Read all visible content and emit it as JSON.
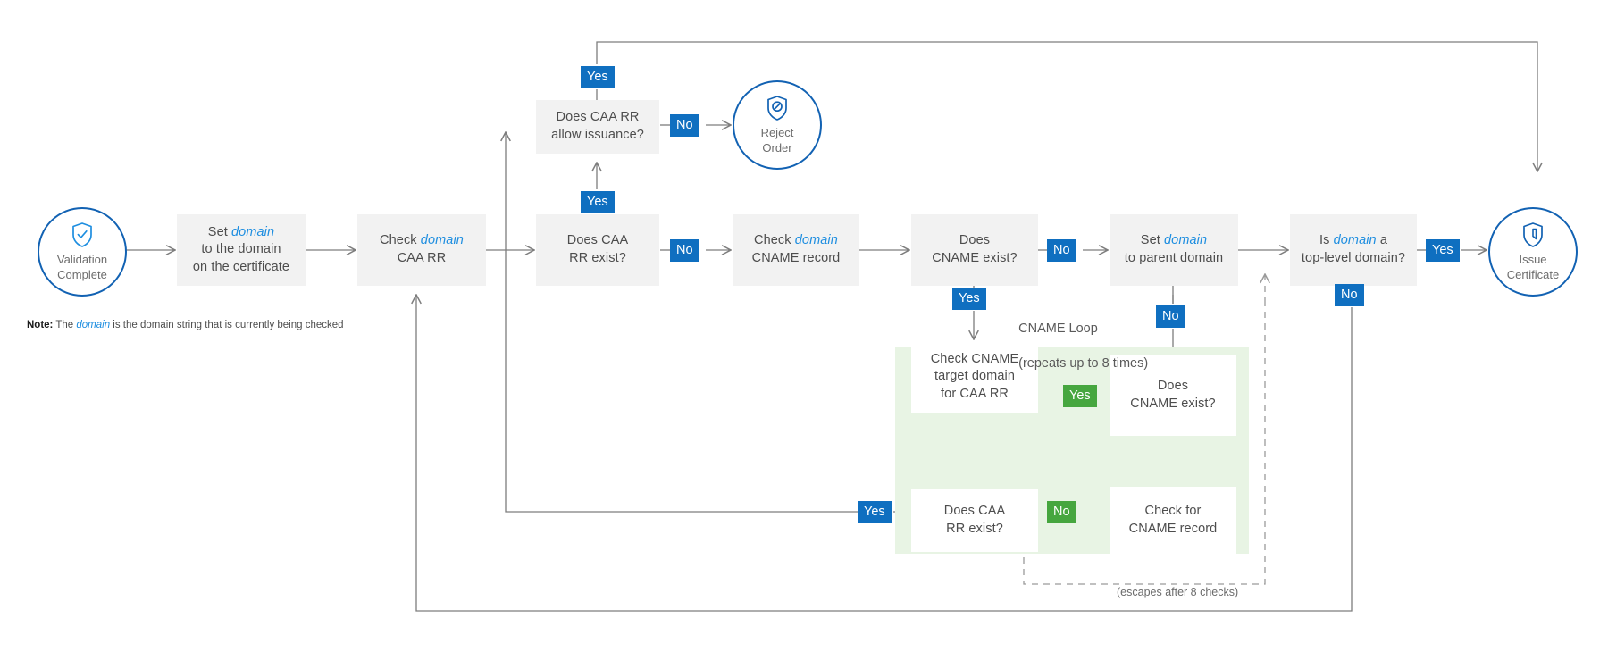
{
  "diagram": {
    "title": "CAA checking flow",
    "colors": {
      "accent_blue": "#0f6fc0",
      "link_blue": "#1e8ee0",
      "outline_blue": "#1262b3",
      "accent_green": "#46a63f",
      "panel_green": "#e8f4e4",
      "node_gray": "#f2f2f2",
      "line_gray": "#7d7d7d",
      "text_gray": "#4d4d4d"
    },
    "note": {
      "prefix": "Note:",
      "text_before": " The ",
      "highlight": "domain",
      "text_after": " is the domain string that is currently being checked"
    },
    "annotations": {
      "loop_title": "CNAME Loop",
      "loop_subtitle": "(repeats up to 8 times)",
      "escape": "(escapes after 8 checks)"
    },
    "terminators": [
      {
        "id": "validation-complete",
        "icon": "shield-check-icon",
        "line1": "Validation",
        "line2": "Complete"
      },
      {
        "id": "reject-order",
        "icon": "shield-prohibited-icon",
        "line1": "Reject",
        "line2": "Order"
      },
      {
        "id": "issue-certificate",
        "icon": "shield-certificate-icon",
        "line1": "Issue",
        "line2": "Certificate"
      }
    ],
    "nodes": [
      {
        "id": "set-domain-cert",
        "line1": "Set ",
        "em1": "domain",
        "line2": "to the domain",
        "line3": "on the certificate"
      },
      {
        "id": "check-caa-rr",
        "line1": "Check ",
        "em1": "domain",
        "line2": "CAA RR"
      },
      {
        "id": "does-caa-rr-exist",
        "line1": "Does CAA",
        "line2": "RR exist?"
      },
      {
        "id": "does-caa-allow",
        "line1": "Does CAA RR",
        "line2": "allow issuance?"
      },
      {
        "id": "check-cname-record",
        "line1": "Check ",
        "em1": "domain",
        "line2": "CNAME record"
      },
      {
        "id": "does-cname-exist",
        "line1": "Does",
        "line2": "CNAME exist?"
      },
      {
        "id": "set-parent-domain",
        "line1": "Set ",
        "em1": "domain",
        "line2": "to parent domain"
      },
      {
        "id": "is-top-level",
        "line1": "Is ",
        "em1": "domain",
        "em_after": " a",
        "line2": "top-level domain?"
      },
      {
        "id": "loop-check-cname-target",
        "line1": "Check CNAME",
        "line2": "target domain",
        "line3": "for CAA RR"
      },
      {
        "id": "loop-does-caa-exist",
        "line1": "Does CAA",
        "line2": "RR exist?"
      },
      {
        "id": "loop-does-cname-exist",
        "line1": "Does",
        "line2": "CNAME exist?"
      },
      {
        "id": "loop-check-cname",
        "line1": "Check for",
        "line2": "CNAME record"
      }
    ],
    "edge_labels": [
      {
        "id": "caa-allow-yes",
        "text": "Yes",
        "color": "blue"
      },
      {
        "id": "caa-allow-no",
        "text": "No",
        "color": "blue"
      },
      {
        "id": "caa-exist-yes",
        "text": "Yes",
        "color": "blue"
      },
      {
        "id": "caa-exist-no",
        "text": "No",
        "color": "blue"
      },
      {
        "id": "cname-exist-no",
        "text": "No",
        "color": "blue"
      },
      {
        "id": "cname-exist-yes",
        "text": "Yes",
        "color": "blue"
      },
      {
        "id": "loop-cname-exist-no",
        "text": "No",
        "color": "blue"
      },
      {
        "id": "loop-cname-exist-yes",
        "text": "Yes",
        "color": "green"
      },
      {
        "id": "loop-caa-exist-yes",
        "text": "Yes",
        "color": "blue"
      },
      {
        "id": "loop-caa-exist-no",
        "text": "No",
        "color": "green"
      },
      {
        "id": "top-level-yes",
        "text": "Yes",
        "color": "blue"
      },
      {
        "id": "top-level-no",
        "text": "No",
        "color": "blue"
      }
    ]
  }
}
